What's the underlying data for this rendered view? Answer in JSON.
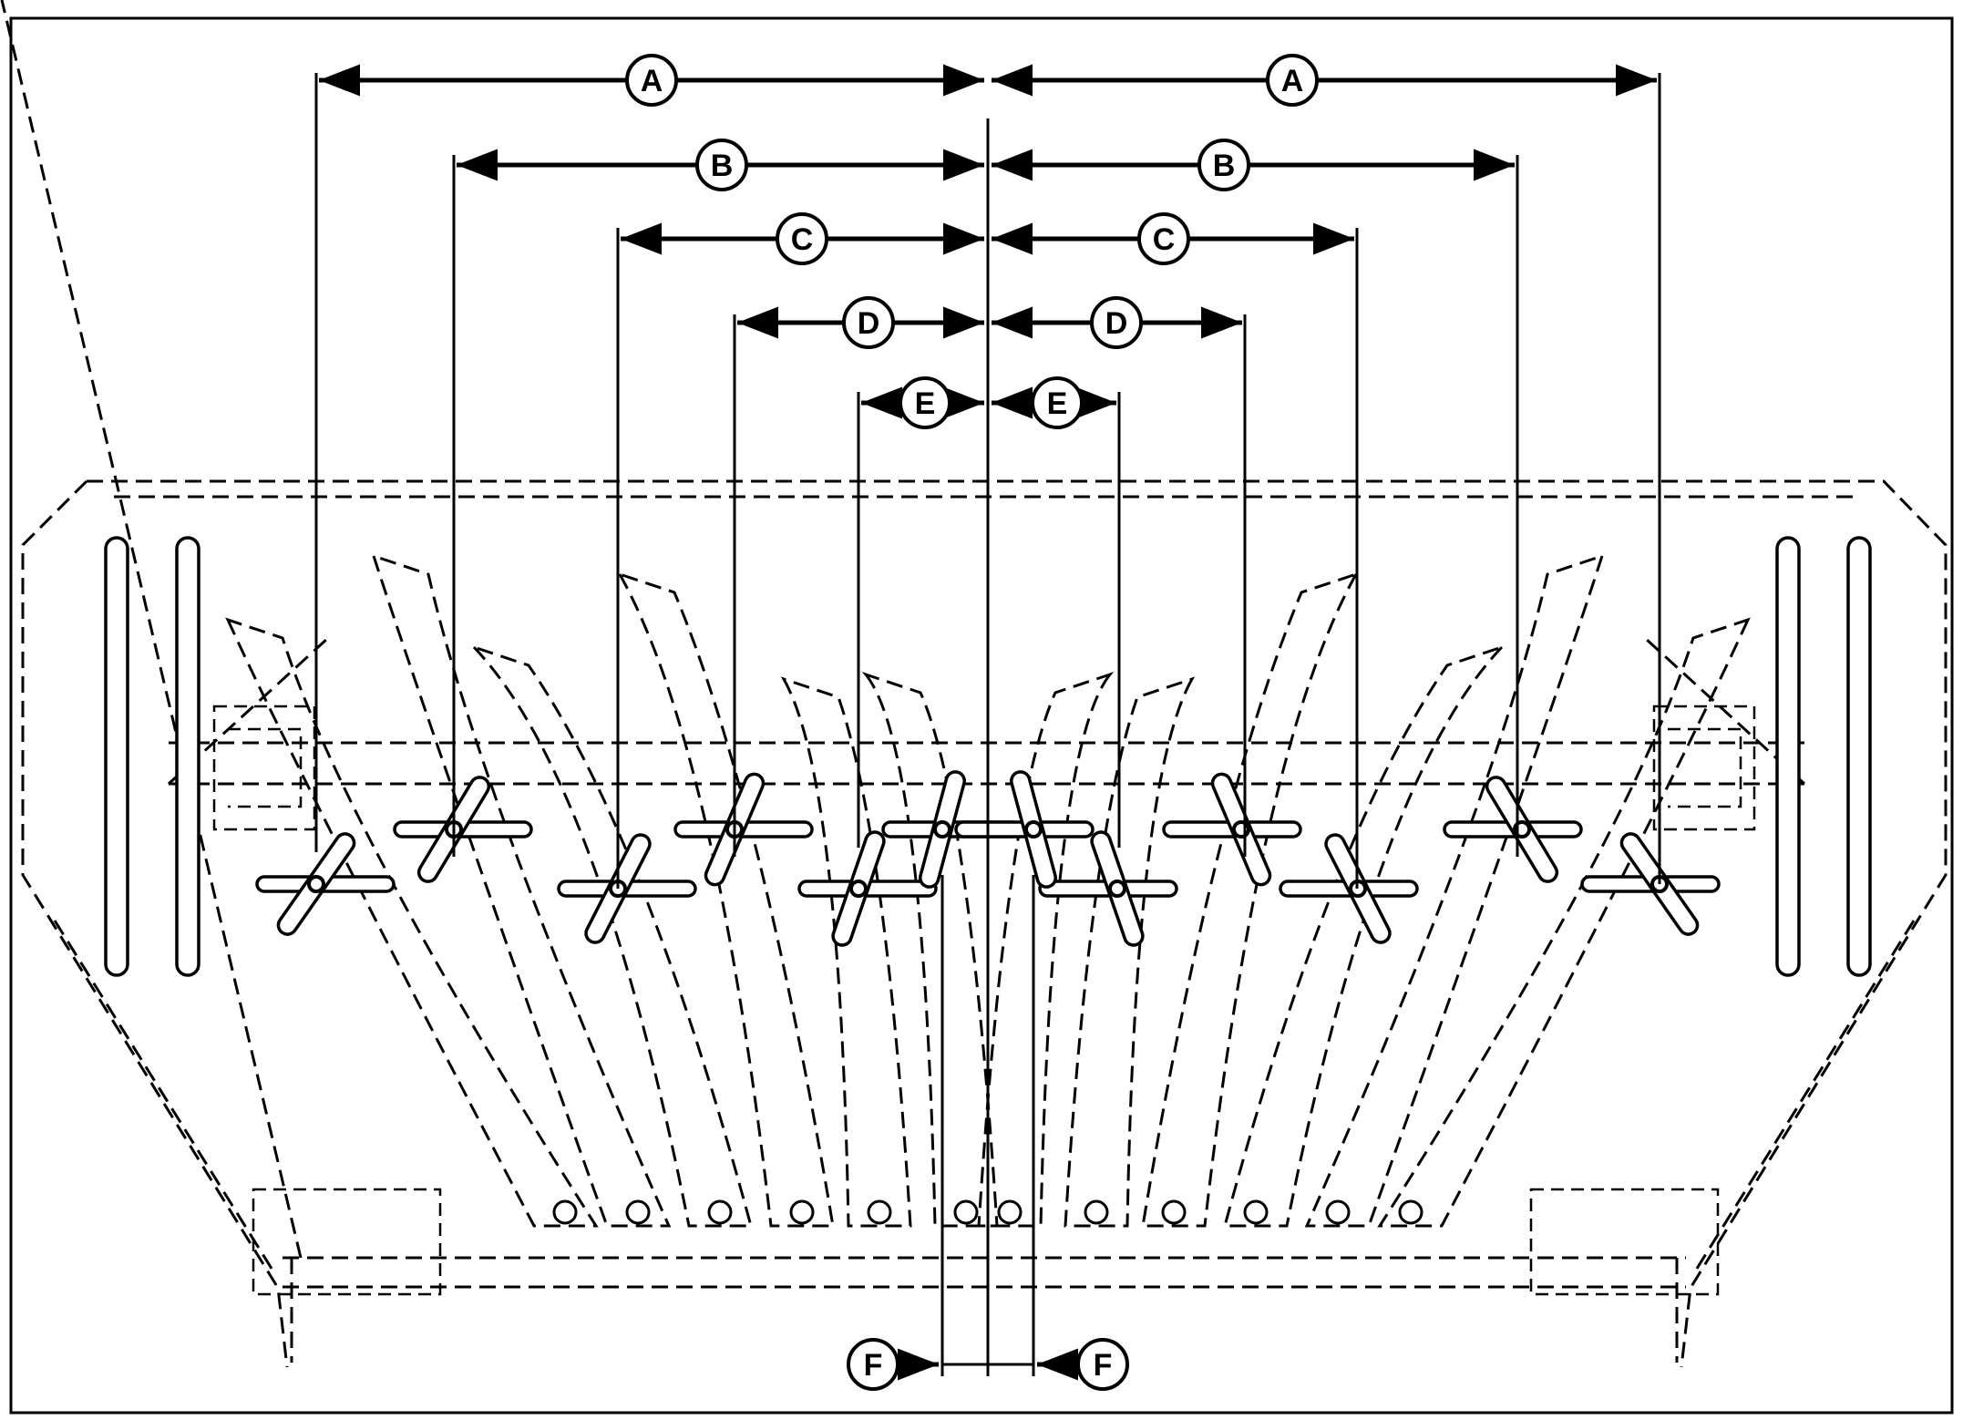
{
  "callouts": {
    "a": "A",
    "b": "B",
    "c": "C",
    "d": "D",
    "e": "E",
    "f": "F"
  },
  "colors": {
    "line": "#000000",
    "background": "#ffffff"
  }
}
